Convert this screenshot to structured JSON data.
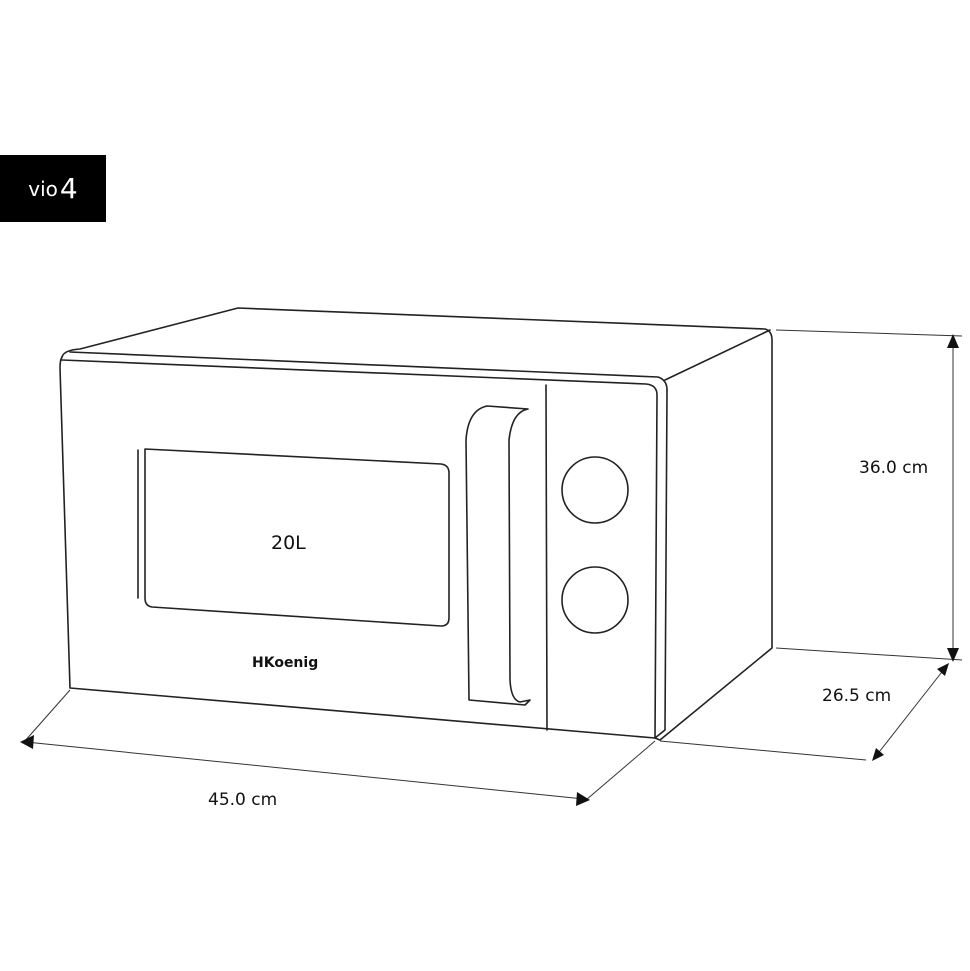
{
  "badge": {
    "prefix": "vio",
    "number": "4"
  },
  "product": {
    "capacity_label": "20L",
    "brand": "HKoenig"
  },
  "dimensions": {
    "height": "36.0 cm",
    "depth": "26.5 cm",
    "width": "45.0 cm"
  }
}
